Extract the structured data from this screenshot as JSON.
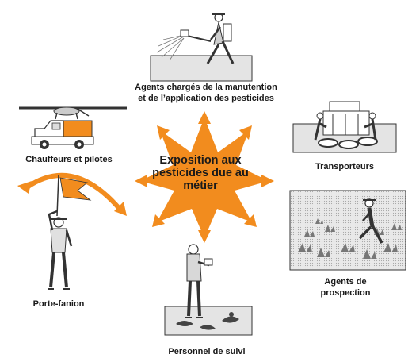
{
  "center": {
    "lines": [
      "Exposition aux",
      "pesticides due au",
      "métier"
    ]
  },
  "roles": {
    "applicators": {
      "line1": "Agents chargés de la manutention",
      "line2": "et de l’application des pesticides"
    },
    "drivers": {
      "line1": "Chauffeurs et pilotes"
    },
    "transporters": {
      "line1": "Transporteurs"
    },
    "flaggers": {
      "line1": "Porte-fanion"
    },
    "scouts": {
      "line1": "Agents de",
      "line2": "prospection"
    },
    "monitoring": {
      "line1": "Personnel de suivi"
    }
  },
  "colors": {
    "accent": "#f28c1e",
    "ink": "#1a1a1a",
    "panel_grey": "#e4e4e4"
  }
}
